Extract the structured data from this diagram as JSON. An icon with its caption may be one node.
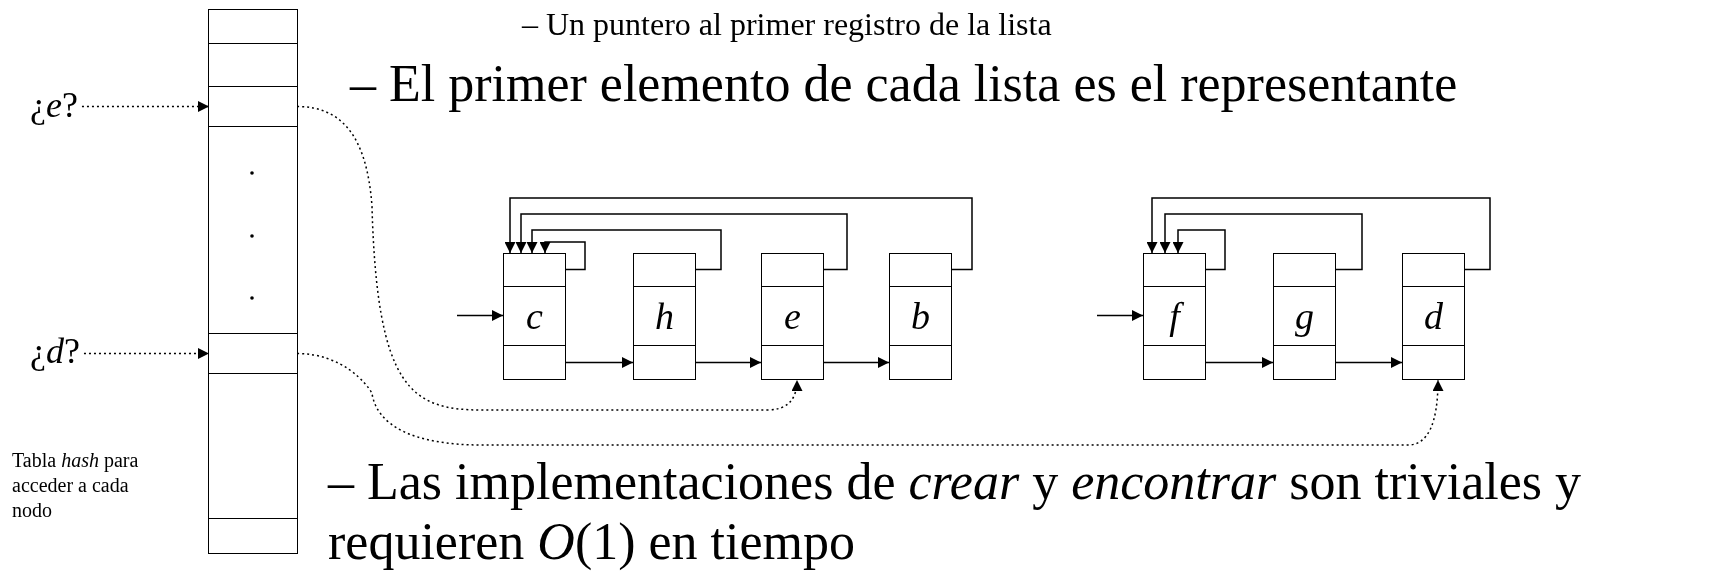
{
  "diagram": {
    "nodes": [
      {
        "text": [
          "¿*e*?"
        ]
      },
      {
        "text": [
          "¿*d*?"
        ]
      },
      {
        "text": [],
        "shape": "box",
        "beside": [
          "Tabla *hash* para acceder a cada nodo"
        ]
      },
      {
        "text": [],
        "shape": "box",
        "in": 2
      },
      {
        "text": [],
        "shape": "box",
        "in": 2
      },
      {
        "text": [
          "c"
        ]
      },
      {
        "text": [
          "h"
        ]
      },
      {
        "text": [
          "e"
        ]
      },
      {
        "text": [
          "b"
        ]
      },
      {
        "text": [
          "f"
        ]
      },
      {
        "text": [
          "g"
        ]
      },
      {
        "text": [
          "d"
        ]
      }
    ],
    "edges": [
      {
        "from": 0,
        "to": 3,
        "arrow": "to",
        "style": "dashed"
      },
      {
        "from": 1,
        "to": 4,
        "arrow": "to",
        "style": "dashed"
      },
      {
        "from": 3,
        "to": 7,
        "arrow": "to",
        "style": "dashed"
      },
      {
        "from": 4,
        "to": 11,
        "arrow": "to",
        "style": "dashed"
      },
      {
        "from": null,
        "to": 5,
        "arrow": "to"
      },
      {
        "from": 5,
        "to": 6,
        "arrow": "to"
      },
      {
        "from": 6,
        "to": 7,
        "arrow": "to"
      },
      {
        "from": 7,
        "to": 8,
        "arrow": "to"
      },
      {
        "from": 5,
        "to": 5,
        "arrow": "to"
      },
      {
        "from": 6,
        "to": 5,
        "arrow": "to"
      },
      {
        "from": 7,
        "to": 5,
        "arrow": "to"
      },
      {
        "from": 8,
        "to": 5,
        "arrow": "to"
      },
      {
        "from": null,
        "to": 9,
        "arrow": "to"
      },
      {
        "from": 9,
        "to": 10,
        "arrow": "to"
      },
      {
        "from": 10,
        "to": 11,
        "arrow": "to"
      },
      {
        "from": 9,
        "to": 9,
        "arrow": "to"
      },
      {
        "from": 10,
        "to": 9,
        "arrow": "to"
      },
      {
        "from": 11,
        "to": 9,
        "arrow": "to"
      }
    ],
    "labels": [
      "– Un puntero al primer registro de la lista",
      "– El primer elemento de cada lista es el representante",
      "– Las implementaciones de *crear* y *encontrar* son triviales y requieren *O*(1) en tiempo"
    ]
  }
}
